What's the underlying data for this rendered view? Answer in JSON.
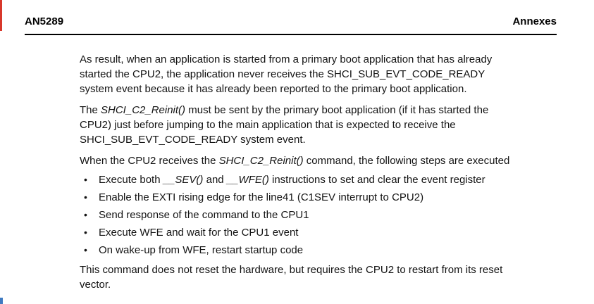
{
  "header": {
    "doc_id": "AN5289",
    "section_title": "Annexes"
  },
  "body": {
    "para_result": {
      "line1": "As result, when an application is started from a primary boot application that has already",
      "line2": "started the CPU2, the application never receives the SHCI_SUB_EVT_CODE_READY",
      "line3": "system event because it has already been reported to the primary boot application."
    },
    "para_reinit": {
      "line1_pre": "The ",
      "line1_func": "SHCI_C2_Reinit()",
      "line1_post": " must be sent by the primary boot application (if it has started the",
      "line2": "CPU2) just before jumping to the main application that is expected to receive the",
      "line3": "SHCI_SUB_EVT_CODE_READY system event."
    },
    "para_steps": {
      "pre": "When the CPU2 receives the ",
      "func": "SHCI_C2_Reinit()",
      "post": " command, the following steps are executed"
    },
    "bullet_marker": "•",
    "bullets": {
      "b1_pre": "Execute both ",
      "b1_func1": "__SEV()",
      "b1_mid": " and ",
      "b1_func2": "__WFE()",
      "b1_post": " instructions to set and clear the event register",
      "b2": "Enable the EXTI rising edge for the line41 (C1SEV interrupt to CPU2)",
      "b3": "Send response of the command to the CPU1",
      "b4": "Execute WFE and wait for the CPU1 event",
      "b5": "On wake-up from WFE, restart startup code"
    },
    "para_reset": {
      "line1": "This command does not reset the hardware, but requires the CPU2 to restart from its reset",
      "line2": "vector."
    }
  },
  "artifacts": {
    "top_left_fragment_color": "#d8382b",
    "bottom_left_fragment_color": "#3f7ac1"
  }
}
